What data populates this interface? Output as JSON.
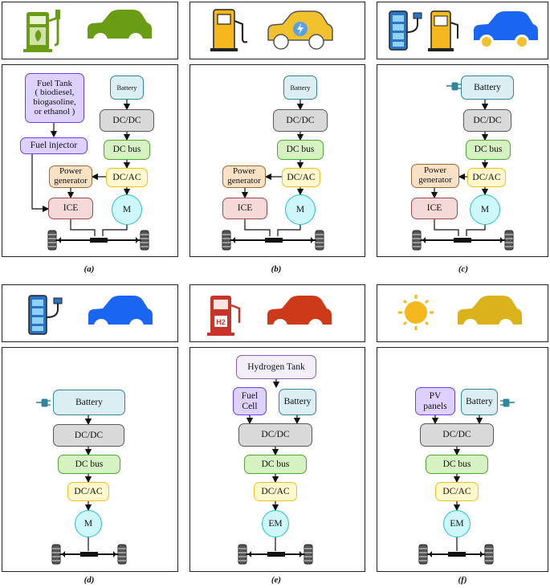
{
  "panels": [
    {
      "caption": "(a)",
      "nodes": {
        "tank": "Fuel Tank\n( biodiesel,\nbiogasoline,\nor ethanol )",
        "injector": "Fuel injector",
        "battery": "Battery",
        "dcdc": "DC/DC",
        "bus": "DC bus",
        "dcac": "DC/AC",
        "pg": "Power\ngenerator",
        "ice": "ICE",
        "m": "M"
      }
    },
    {
      "caption": "(b)",
      "nodes": {
        "battery": "Battery",
        "dcdc": "DC/DC",
        "bus": "DC bus",
        "dcac": "DC/AC",
        "pg": "Power\ngenerator",
        "ice": "ICE",
        "m": "M"
      }
    },
    {
      "caption": "(c)",
      "nodes": {
        "battery": "Battery",
        "dcdc": "DC/DC",
        "bus": "DC bus",
        "dcac": "DC/AC",
        "pg": "Power\ngenerator",
        "ice": "ICE",
        "m": "M"
      }
    },
    {
      "caption": "(d)",
      "nodes": {
        "battery": "Battery",
        "dcdc": "DC/DC",
        "bus": "DC bus",
        "dcac": "DC/AC",
        "m": "M"
      }
    },
    {
      "caption": "(e)",
      "nodes": {
        "h2tank": "Hydrogen Tank",
        "fc": "Fuel\nCell",
        "battery": "Battery",
        "dcdc": "DC/DC",
        "bus": "DC bus",
        "dcac": "DC/AC",
        "m": "EM"
      }
    },
    {
      "caption": "(f)",
      "nodes": {
        "pv": "PV\npanels",
        "battery": "Battery",
        "dcdc": "DC/DC",
        "bus": "DC bus",
        "dcac": "DC/AC",
        "m": "EM"
      }
    }
  ],
  "colors": {
    "car_green": "#6b9c16",
    "car_yellow": "#f2c12e",
    "car_blue": "#1a66f0",
    "car_red": "#cc3a1a",
    "car_gold": "#d9b21c",
    "pump_gold": "#f4b81c"
  },
  "icons": [
    "fuel-pump-leaf-icon",
    "car-icon",
    "fuel-pump-icon",
    "electric-car-icon",
    "battery-plug-icon",
    "hydrogen-pump-icon",
    "sun-icon",
    "plug-icon",
    "wheel-axle-icon"
  ]
}
